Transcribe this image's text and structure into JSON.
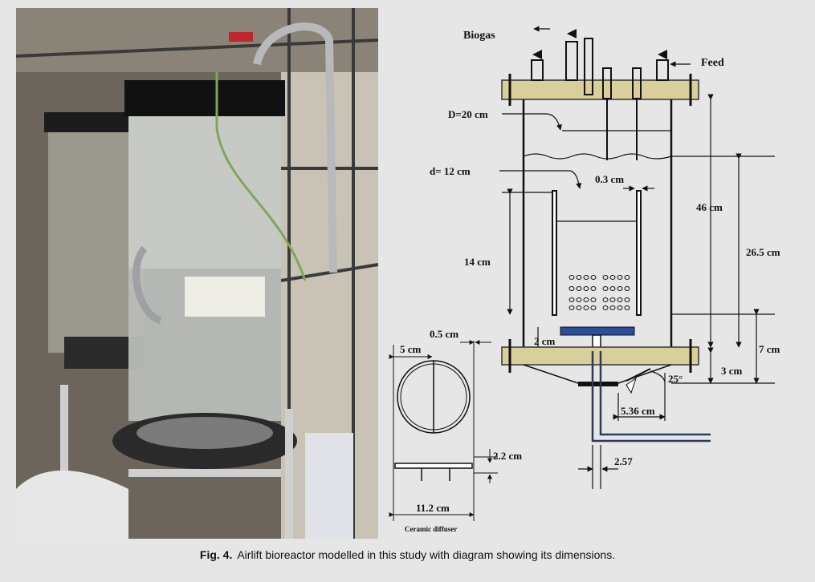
{
  "photo": {
    "description_icon": "bioreactor-photo"
  },
  "diagram": {
    "biogas": "Biogas",
    "feed": "Feed",
    "outer_diameter": "D=20 cm",
    "inner_diameter": "d= 12 cm",
    "gap": "0.3 cm",
    "height_total": "46 cm",
    "height_liquid": "26.5 cm",
    "draft_tube_height": "14 cm",
    "bottom_clearance": "2 cm",
    "bottom_height": "7 cm",
    "base_height": "3 cm",
    "angle": "25°",
    "outlet_width": "5.36 cm",
    "pipe_width": "2.57",
    "diffuser_wall": "0.5 cm",
    "diffuser_top": "5 cm",
    "diffuser_height": "2.2 cm",
    "diffuser_diameter": "11.2 cm",
    "diffuser_label": "Ceramic diffuser"
  },
  "caption": {
    "label": "Fig. 4.",
    "text": "Airlift bioreactor modelled in this study with diagram showing its dimensions."
  },
  "colors": {
    "flange": "#d9cf9a",
    "diffuser": "#2b4d9a",
    "pipe": "#2a3a5a"
  }
}
